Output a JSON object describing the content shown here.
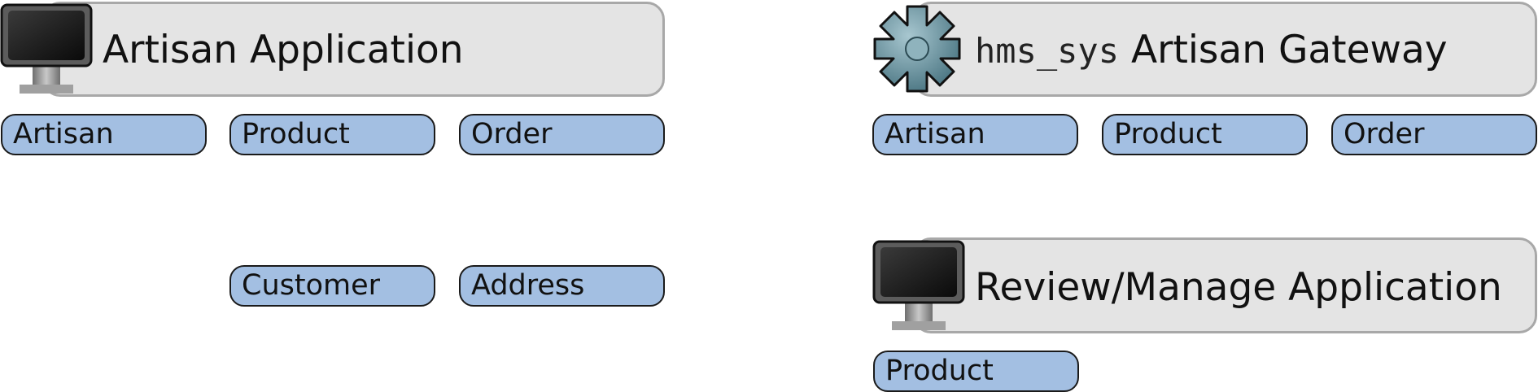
{
  "components": [
    {
      "id": "artisan-application",
      "icon": "monitor-icon",
      "title": "Artisan Application",
      "entities": [
        "Artisan",
        "Product",
        "Order",
        "Customer",
        "Address"
      ]
    },
    {
      "id": "artisan-gateway",
      "icon": "gear-service-icon",
      "title_prefix": "hms_sys",
      "title": "Artisan Gateway",
      "entities": [
        "Artisan",
        "Product",
        "Order"
      ]
    },
    {
      "id": "review-manage-application",
      "icon": "monitor-icon",
      "title": "Review/Manage Application",
      "entities": [
        "Product"
      ]
    }
  ],
  "colors": {
    "banner_fill": "#e4e4e4",
    "banner_border": "#a8a8a8",
    "entity_fill": "#a3bfe2",
    "entity_border": "#1a1a1a"
  }
}
